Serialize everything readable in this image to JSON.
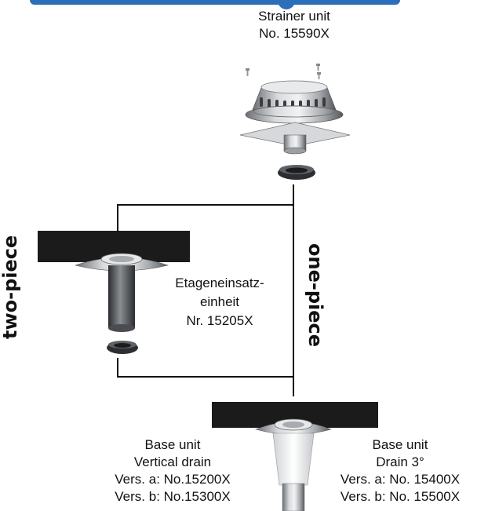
{
  "colors": {
    "accent_blue": "#2a6fb8",
    "slab": "#1b1b1b",
    "line": "#111111"
  },
  "strainer": {
    "line1": "Strainer unit",
    "line2": "No. 15590X"
  },
  "etage": {
    "line1": "Etageneinsatz-",
    "line2": "einheit",
    "line3": "Nr. 15205X"
  },
  "two_piece": "two-piece",
  "one_piece": "one-piece",
  "base_vertical": {
    "line1": "Base unit",
    "line2": "Vertical drain",
    "line3": "Vers. a: No.15200X",
    "line4": "Vers. b: No.15300X"
  },
  "base_3deg": {
    "line1": "Base unit",
    "line2": "Drain 3°",
    "line3": "Vers. a: No. 15400X",
    "line4": "Vers. b: No. 15500X"
  },
  "icons": [
    "strainer-unit-illustration",
    "ring-seal-icon",
    "etage-insert-illustration",
    "base-unit-illustration"
  ]
}
